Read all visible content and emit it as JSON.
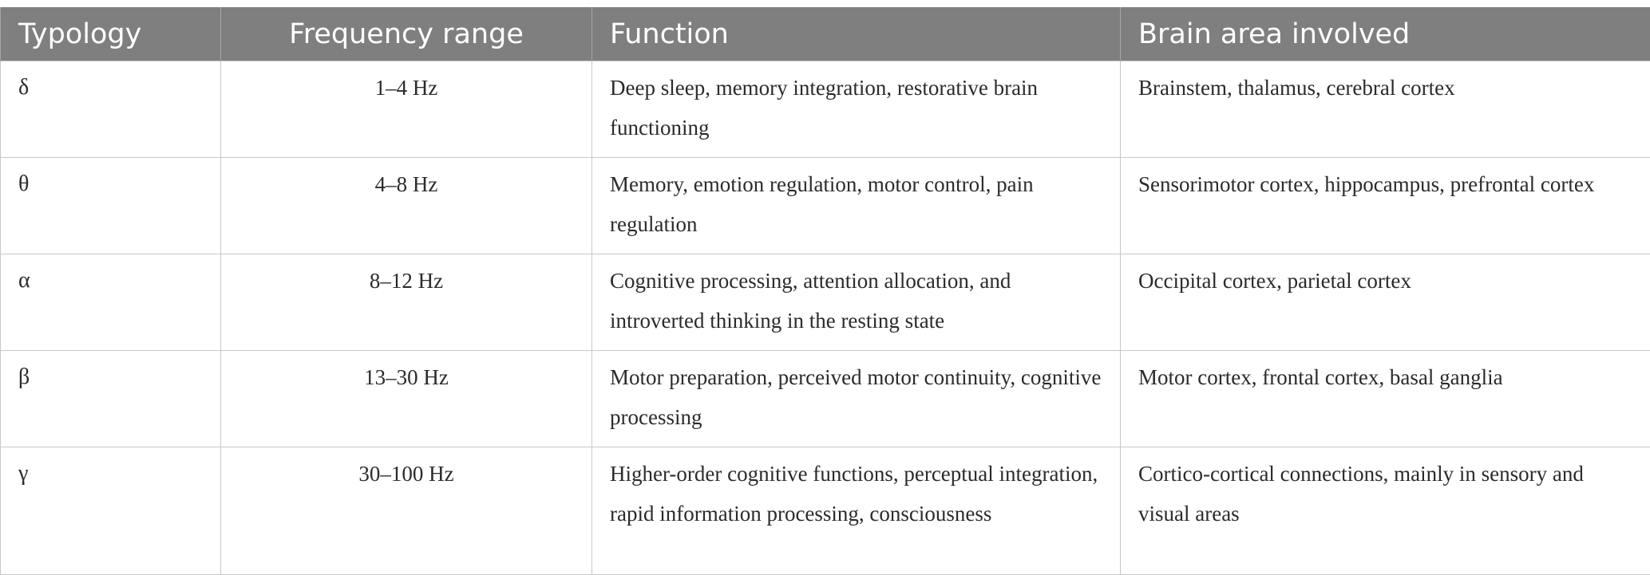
{
  "table": {
    "headers": [
      "Typology",
      "Frequency range",
      "Function",
      "Brain area involved"
    ],
    "rows": [
      {
        "typology": "δ",
        "frequency": "1–4 Hz",
        "function": "Deep sleep, memory integration, restorative brain functioning",
        "brain_area": "Brainstem, thalamus, cerebral cortex"
      },
      {
        "typology": "θ",
        "frequency": "4–8 Hz",
        "function": "Memory, emotion regulation, motor control, pain regulation",
        "brain_area": "Sensorimotor cortex, hippocampus, prefrontal cortex"
      },
      {
        "typology": "α",
        "frequency": "8–12 Hz",
        "function": "Cognitive processing, attention allocation, and introverted thinking in the resting state",
        "brain_area": "Occipital cortex, parietal cortex"
      },
      {
        "typology": "β",
        "frequency": "13–30 Hz",
        "function": "Motor preparation, perceived motor continuity, cognitive processing",
        "brain_area": "Motor cortex, frontal cortex, basal ganglia"
      },
      {
        "typology": "γ",
        "frequency": "30–100 Hz",
        "function": "Higher-order cognitive functions, perceptual integration, rapid information processing, consciousness",
        "brain_area": "Cortico-cortical connections, mainly in sensory and visual areas"
      }
    ]
  }
}
